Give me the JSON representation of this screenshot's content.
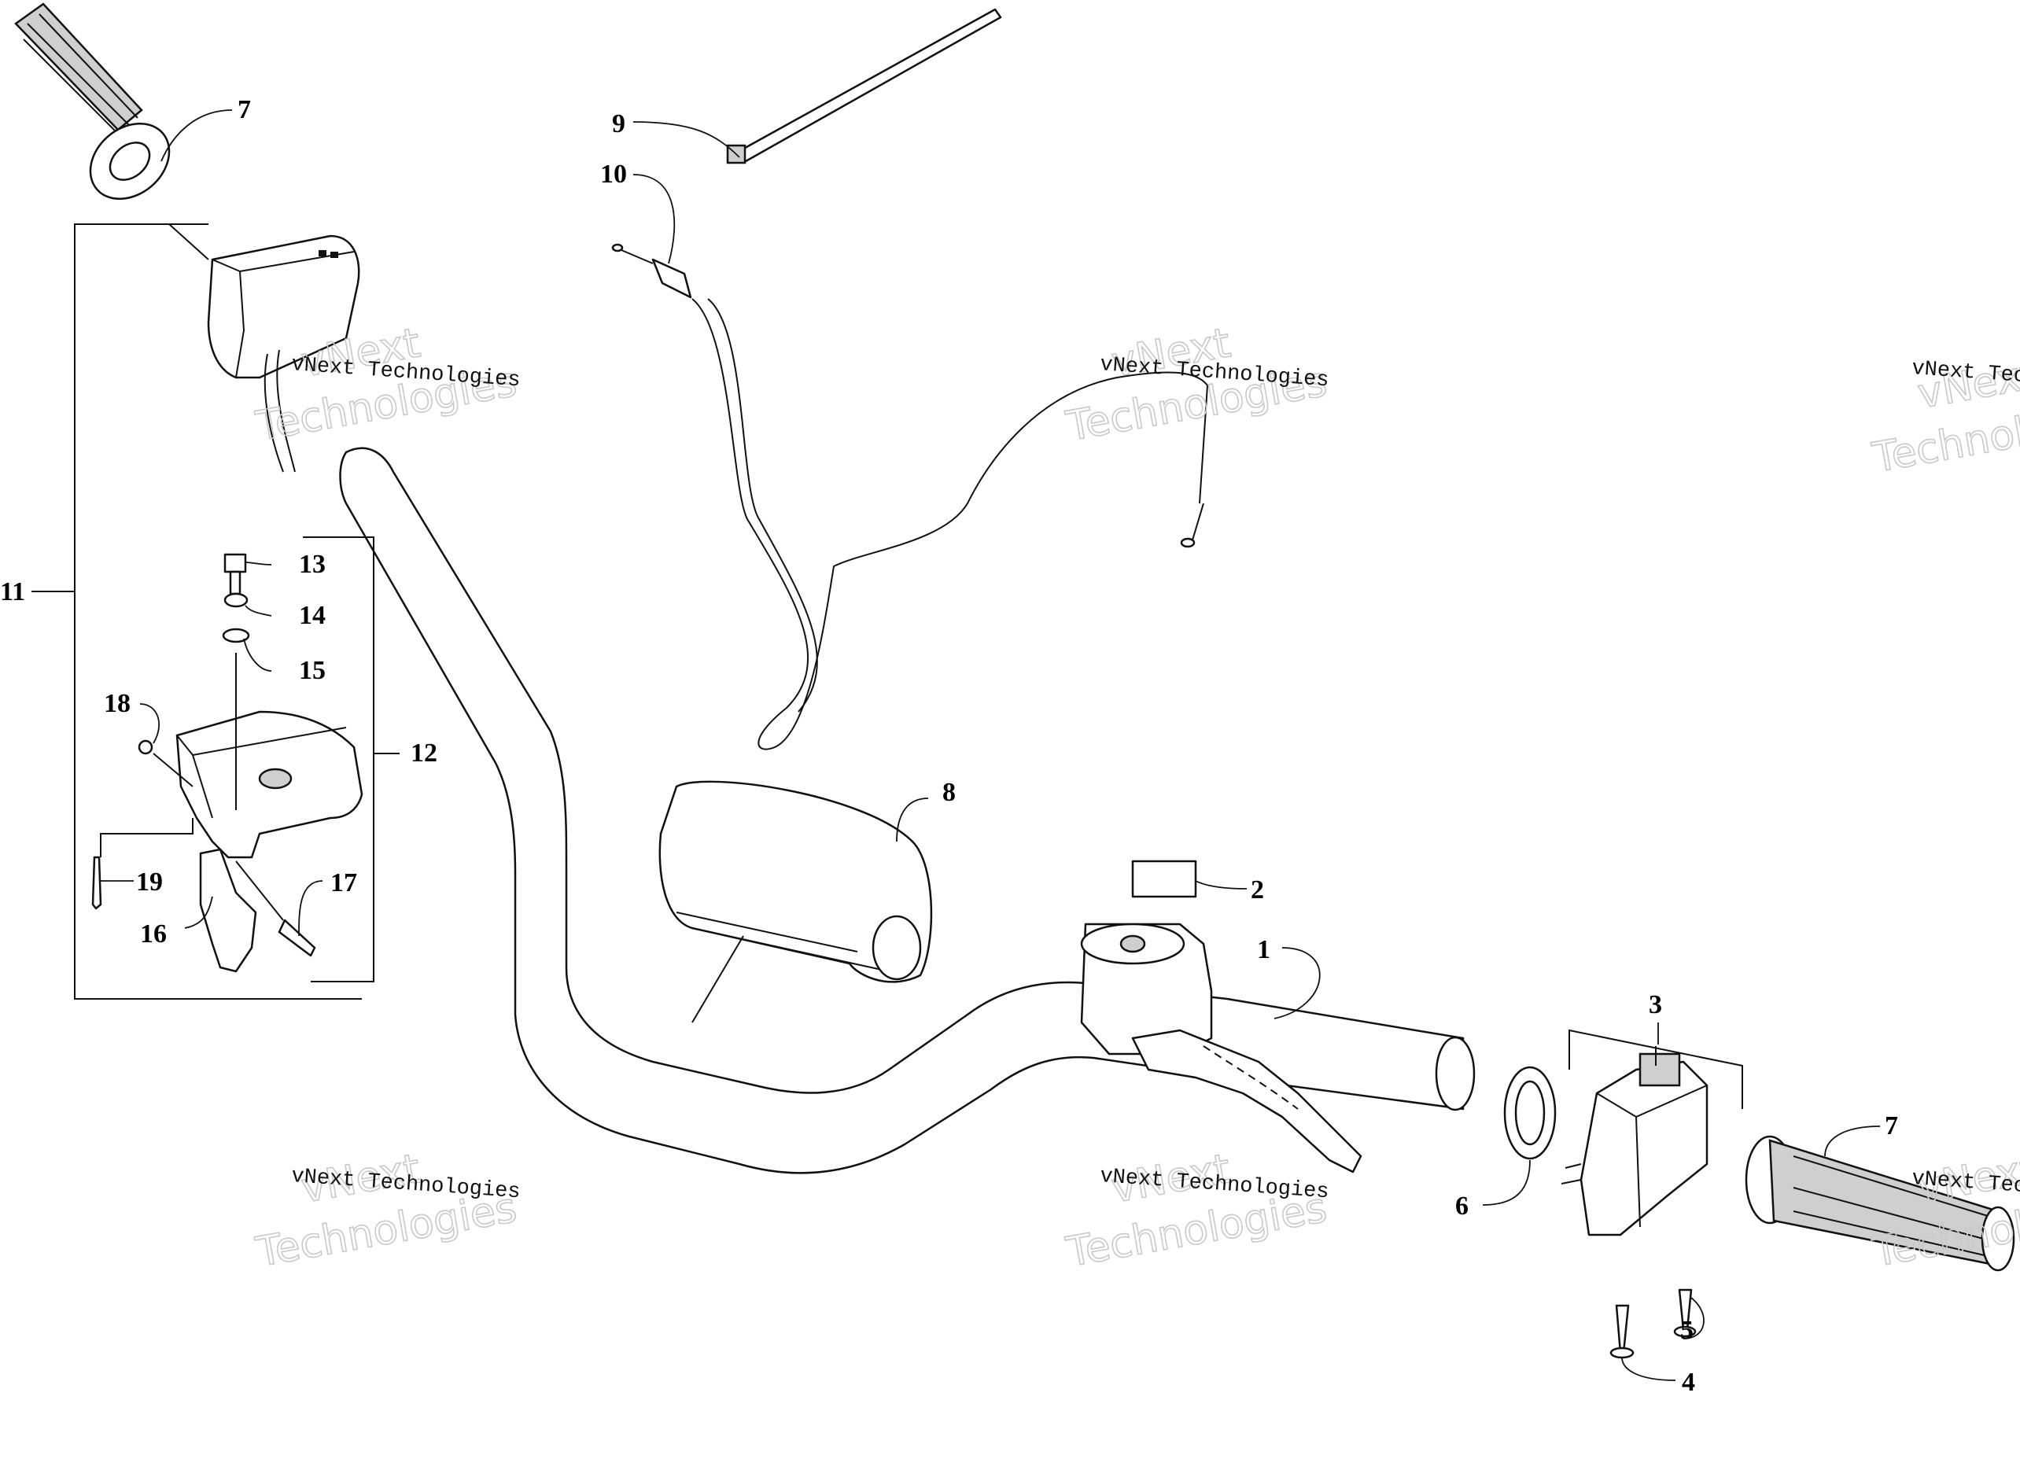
{
  "diagram": {
    "callouts": [
      {
        "id": "c1",
        "label": "1"
      },
      {
        "id": "c2",
        "label": "2"
      },
      {
        "id": "c3",
        "label": "3"
      },
      {
        "id": "c4",
        "label": "4"
      },
      {
        "id": "c5",
        "label": "5"
      },
      {
        "id": "c6",
        "label": "6"
      },
      {
        "id": "c7a",
        "label": "7"
      },
      {
        "id": "c7b",
        "label": "7"
      },
      {
        "id": "c8",
        "label": "8"
      },
      {
        "id": "c9",
        "label": "9"
      },
      {
        "id": "c10",
        "label": "10"
      },
      {
        "id": "c11",
        "label": "11"
      },
      {
        "id": "c12",
        "label": "12"
      },
      {
        "id": "c13",
        "label": "13"
      },
      {
        "id": "c14",
        "label": "14"
      },
      {
        "id": "c15",
        "label": "15"
      },
      {
        "id": "c16",
        "label": "16"
      },
      {
        "id": "c17",
        "label": "17"
      },
      {
        "id": "c18",
        "label": "18"
      },
      {
        "id": "c19",
        "label": "19"
      }
    ]
  },
  "watermark": {
    "line1": "vNext",
    "line2": "Technologies",
    "small": "vNext Technologies"
  }
}
